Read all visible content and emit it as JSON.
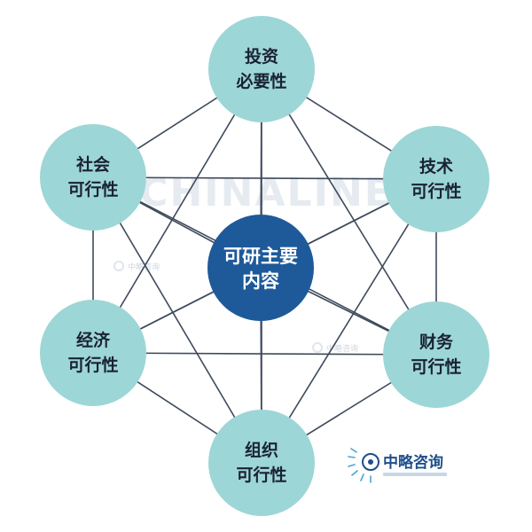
{
  "center": {
    "line1": "可研主要",
    "line2": "内容"
  },
  "nodes": [
    {
      "id": "investment",
      "line1": "投资",
      "line2": "必要性"
    },
    {
      "id": "technology",
      "line1": "技术",
      "line2": "可行性"
    },
    {
      "id": "finance",
      "line1": "财务",
      "line2": "可行性"
    },
    {
      "id": "organization",
      "line1": "组织",
      "line2": "可行性"
    },
    {
      "id": "economy",
      "line1": "经济",
      "line2": "可行性"
    },
    {
      "id": "society",
      "line1": "社会",
      "line2": "可行性"
    }
  ],
  "watermark": {
    "text": "CHINALINE"
  },
  "logo": {
    "name": "中略咨询"
  },
  "colors": {
    "node_fill": "#9dd6d6",
    "center_fill": "#1e5a9a",
    "line": "#3f4a5c",
    "brand": "#1e4f8a"
  }
}
